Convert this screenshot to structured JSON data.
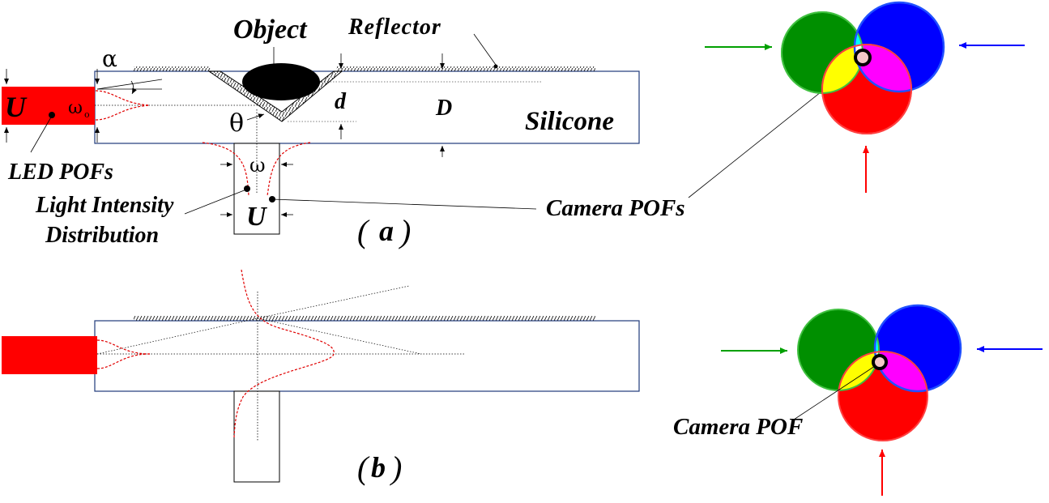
{
  "labels": {
    "object": "Object",
    "reflector": "Reflector",
    "silicone": "Silicone",
    "led_pofs": "LED POFs",
    "light_intensity_line1": "Light Intensity",
    "light_intensity_line2": "Distribution",
    "camera_pofs": "Camera POFs",
    "camera_pof": "Camera POF",
    "d_small": "d",
    "d_big": "D",
    "u_left": "U",
    "u_bottom": "U",
    "alpha": "α",
    "theta": "θ",
    "omega": "ω",
    "omega0_base": "ω",
    "omega0_sub": "o",
    "panel_a_open": "(",
    "panel_a_letter": "a",
    "panel_a_close": ")",
    "panel_b_open": "(",
    "panel_b_letter": "b",
    "panel_b_close": ")"
  },
  "colors": {
    "led": "#ff0000",
    "circle_green": "#008f00",
    "circle_blue": "#0000ff",
    "circle_red": "#ff0000",
    "overlap_yellow": "#ffff00",
    "overlap_cyan": "#00ffff",
    "overlap_magenta": "#ff00ff",
    "frame": "#1f3a7a",
    "intensity_curve": "#e00000",
    "arrow_green": "#00a000",
    "arrow_blue": "#0000ff",
    "arrow_red": "#ff0000"
  }
}
